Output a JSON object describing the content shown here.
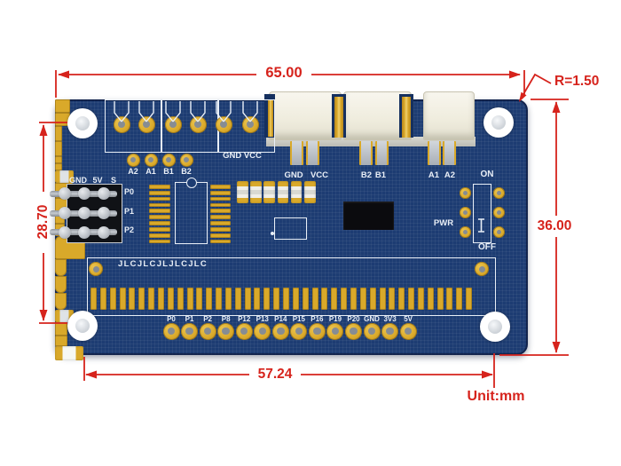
{
  "colors": {
    "background": "#ffffff",
    "board_blue": "#1d3c72",
    "pad_gold": "#d9a92a",
    "pad_gold_dark": "#b9881e",
    "hole_gray": "#868c93",
    "silkscreen": "#e9eff7",
    "dimension_red": "#d6231c",
    "connector_cream": "#f3f0e3",
    "metal_silver": "#c6cbd2",
    "header_black": "#101216"
  },
  "dimensions": {
    "width_top": "65.00",
    "corner_radius": "R=1.50",
    "height_right": "36.00",
    "hole_span_left": "28.70",
    "hole_span_bottom": "57.24",
    "unit_label": "Unit:mm"
  },
  "board": {
    "silkscreen_text": "JLCJLCJLJLCJLC",
    "terminal_block_label": "GND VCC",
    "terminal_pad_labels": [
      "A2",
      "A1",
      "B1",
      "B2"
    ],
    "connectors": [
      {
        "labels": [
          "GND",
          "VCC"
        ]
      },
      {
        "labels": [
          "B2",
          "B1"
        ]
      },
      {
        "labels": [
          "A1",
          "A2"
        ]
      }
    ],
    "left_header": {
      "column_labels": [
        "GND",
        "5V",
        "S"
      ],
      "row_labels": [
        "P0",
        "P1",
        "P2"
      ]
    },
    "power_label": "PWR",
    "switch": {
      "on_label": "ON",
      "off_label": "OFF"
    },
    "bottom_pins": [
      "P0",
      "P1",
      "P2",
      "P8",
      "P12",
      "P13",
      "P14",
      "P15",
      "P16",
      "P19",
      "P20",
      "GND",
      "3V3",
      "5V"
    ],
    "gpio_pad_count": 40,
    "ic_pads_per_side": 10,
    "resistor_count": 6
  }
}
